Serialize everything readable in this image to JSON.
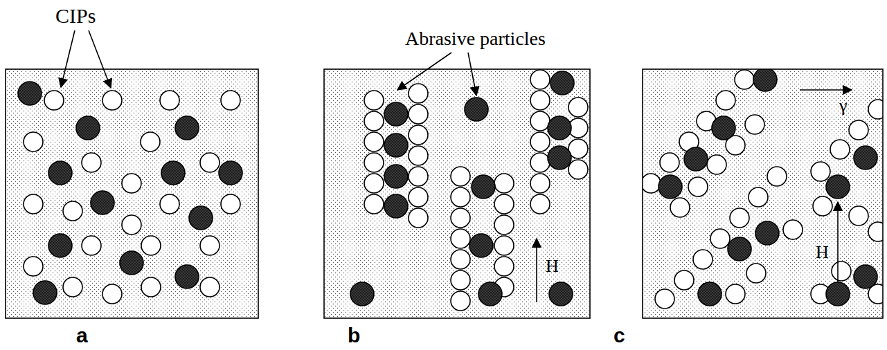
{
  "diagram": {
    "labels": [
      "CIPs",
      "Abrasive particles",
      "H",
      "γ",
      "H",
      "a",
      "b",
      "c"
    ]
  }
}
